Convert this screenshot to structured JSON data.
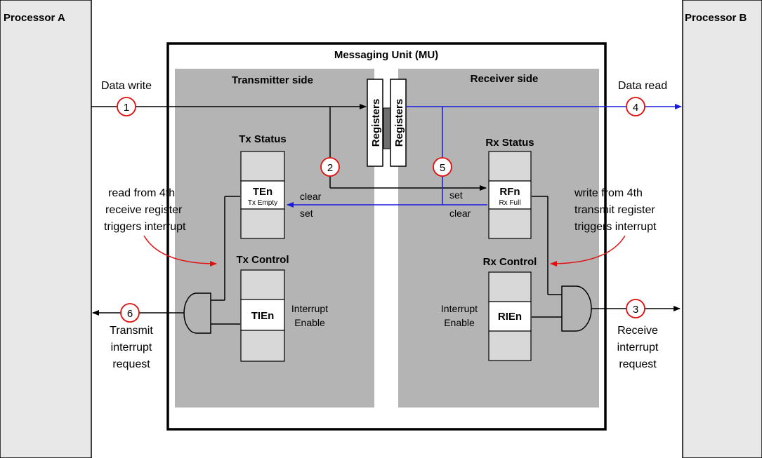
{
  "processor_a": {
    "label": "Processor A"
  },
  "processor_b": {
    "label": "Processor B"
  },
  "mu": {
    "title": "Messaging Unit (MU)",
    "transmitter_title": "Transmitter side",
    "receiver_title": "Receiver side",
    "registers_left": "Registers",
    "registers_right": "Registers"
  },
  "tx": {
    "status_title": "Tx Status",
    "ten_label": "TEn",
    "ten_sublabel": "Tx Empty",
    "control_title": "Tx Control",
    "tien_label": "TIEn",
    "interrupt_enable_line1": "Interrupt",
    "interrupt_enable_line2": "Enable",
    "clear_label": "clear",
    "set_label": "set"
  },
  "rx": {
    "status_title": "Rx Status",
    "rfn_label": "RFn",
    "rfn_sublabel": "Rx Full",
    "control_title": "Rx Control",
    "rien_label": "RIEn",
    "interrupt_enable_line1": "Interrupt",
    "interrupt_enable_line2": "Enable",
    "set_label": "set",
    "clear_label": "clear"
  },
  "annotations": {
    "data_write": "Data write",
    "data_read": "Data read",
    "read_note_line1": "read from 4th",
    "read_note_line2": "receive register",
    "read_note_line3": "triggers interrupt",
    "write_note_line1": "write from 4th",
    "write_note_line2": "transmit register",
    "write_note_line3": "triggers interrupt",
    "tx_irq_line1": "Transmit",
    "tx_irq_line2": "interrupt",
    "tx_irq_line3": "request",
    "rx_irq_line1": "Receive",
    "rx_irq_line2": "interrupt",
    "rx_irq_line3": "request"
  },
  "steps": [
    "1",
    "2",
    "3",
    "4",
    "5",
    "6"
  ],
  "colors": {
    "panel": "#e8e8e8",
    "side_fill": "#b4b4b4",
    "register_fill": "#d8d8d8",
    "blue_line": "#1a1adf",
    "step_circle": "#e01010",
    "note_arrow": "#e01010"
  }
}
